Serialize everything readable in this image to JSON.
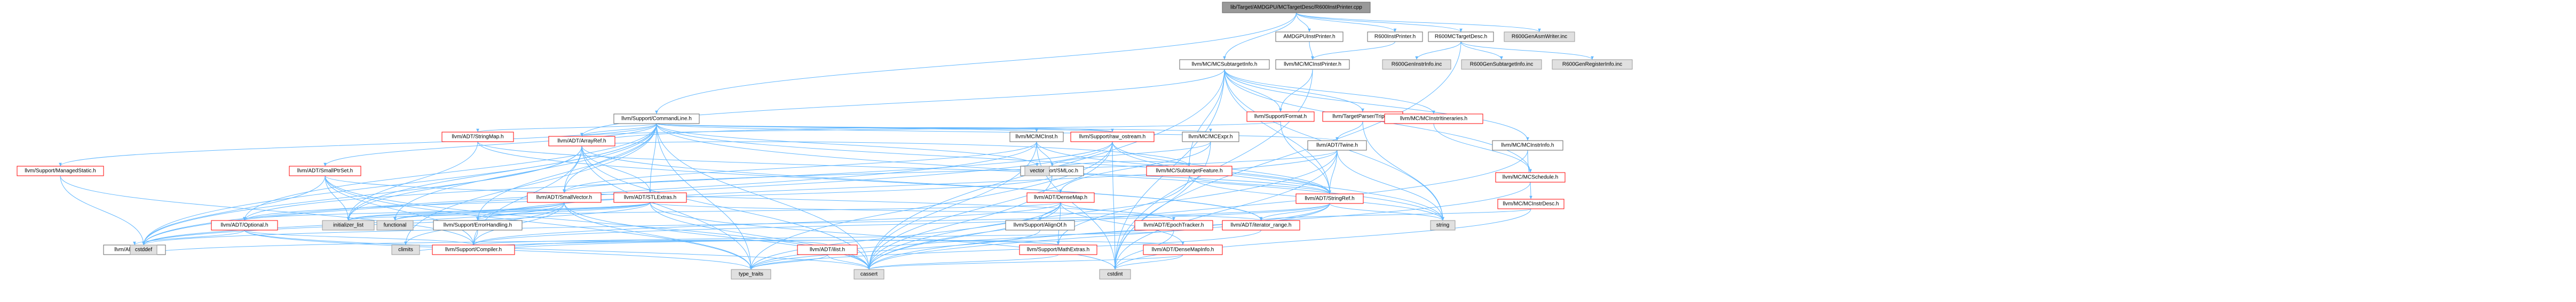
{
  "graph": {
    "kinds": {
      "root": {
        "fill": "#999999",
        "stroke": "#666666",
        "text": "#000000"
      },
      "file": {
        "fill": "#ffffff",
        "stroke": "#666666",
        "text": "#000000"
      },
      "has_more": {
        "fill": "#ffffff",
        "stroke": "#ff0000",
        "text": "#000000"
      },
      "external": {
        "fill": "#e0e0e0",
        "stroke": "#999999",
        "text": "#000000"
      }
    },
    "edge_color": "#63b8ff",
    "nodes": [
      {
        "id": "root",
        "label": [
          "lib/Target/AMDGPU/MCTargetDesc/R600InstPrinter.cpp"
        ],
        "kind": "root"
      },
      {
        "id": "cl",
        "label": [
          "llvm/Support/CommandLine.h"
        ],
        "kind": "file"
      },
      {
        "id": "amdgpuip",
        "label": [
          "AMDGPUInstPrinter.h"
        ],
        "kind": "file"
      },
      {
        "id": "r600ip",
        "label": [
          "R600InstPrinter.h"
        ],
        "kind": "file"
      },
      {
        "id": "r600mctd",
        "label": [
          "R600MCTargetDesc.h"
        ],
        "kind": "file"
      },
      {
        "id": "r600asm",
        "label": [
          "R600GenAsmWriter.inc"
        ],
        "kind": "external"
      },
      {
        "id": "mcsti",
        "label": [
          "llvm/MC/MCSubtargetInfo.h"
        ],
        "kind": "file"
      },
      {
        "id": "mcip",
        "label": [
          "llvm/MC/MCInstPrinter.h"
        ],
        "kind": "file"
      },
      {
        "id": "r600instrinfo",
        "label": [
          "R600GenInstrInfo.inc"
        ],
        "kind": "external"
      },
      {
        "id": "r600stinfo",
        "label": [
          "R600GenSubtargetInfo.inc"
        ],
        "kind": "external"
      },
      {
        "id": "r600reginfo",
        "label": [
          "R600GenRegisterInfo.inc"
        ],
        "kind": "external"
      },
      {
        "id": "format",
        "label": [
          "llvm/Support/Format.h"
        ],
        "kind": "has_more"
      },
      {
        "id": "triple",
        "label": [
          "llvm/TargetParser/Triple.h"
        ],
        "kind": "has_more"
      },
      {
        "id": "mcitin",
        "label": [
          "llvm/MC/MCInstrItineraries.h"
        ],
        "kind": "has_more"
      },
      {
        "id": "mcinstrinfo",
        "label": [
          "llvm/MC/MCInstrInfo.h"
        ],
        "kind": "file"
      },
      {
        "id": "mcsched",
        "label": [
          "llvm/MC/MCSchedule.h"
        ],
        "kind": "has_more"
      },
      {
        "id": "stringmap",
        "label": [
          "llvm/ADT/StringMap.h"
        ],
        "kind": "has_more"
      },
      {
        "id": "arrayref",
        "label": [
          "llvm/ADT/ArrayRef.h"
        ],
        "kind": "has_more"
      },
      {
        "id": "mcinst",
        "label": [
          "llvm/MC/MCInst.h"
        ],
        "kind": "file"
      },
      {
        "id": "rawos",
        "label": [
          "llvm/Support/raw_ostream.h"
        ],
        "kind": "has_more"
      },
      {
        "id": "mcexpr",
        "label": [
          "llvm/MC/MCExpr.h"
        ],
        "kind": "file"
      },
      {
        "id": "stfeat",
        "label": [
          "llvm/MC/SubtargetFeature.h"
        ],
        "kind": "has_more"
      },
      {
        "id": "twine",
        "label": [
          "llvm/ADT/Twine.h"
        ],
        "kind": "file"
      },
      {
        "id": "mcinstrdesc",
        "label": [
          "llvm/MC/MCInstrDesc.h"
        ],
        "kind": "has_more"
      },
      {
        "id": "managedstatic",
        "label": [
          "llvm/Support/ManagedStatic.h"
        ],
        "kind": "has_more"
      },
      {
        "id": "smallptrset",
        "label": [
          "llvm/ADT/SmallPtrSet.h"
        ],
        "kind": "has_more"
      },
      {
        "id": "smallvector",
        "label": [
          "llvm/ADT/SmallVector.h"
        ],
        "kind": "has_more"
      },
      {
        "id": "stlextras",
        "label": [
          "llvm/ADT/STLExtras.h"
        ],
        "kind": "has_more"
      },
      {
        "id": "smloc",
        "label": [
          "llvm/Support/SMLoc.h"
        ],
        "kind": "file"
      },
      {
        "id": "densemap",
        "label": [
          "llvm/ADT/DenseMap.h"
        ],
        "kind": "has_more"
      },
      {
        "id": "vector",
        "label": [
          "vector"
        ],
        "kind": "external"
      },
      {
        "id": "stringref",
        "label": [
          "llvm/ADT/StringRef.h"
        ],
        "kind": "has_more"
      },
      {
        "id": "string",
        "label": [
          "string"
        ],
        "kind": "external"
      },
      {
        "id": "optional",
        "label": [
          "llvm/ADT/Optional.h"
        ],
        "kind": "has_more"
      },
      {
        "id": "initlist",
        "label": [
          "initializer_list"
        ],
        "kind": "external"
      },
      {
        "id": "functional",
        "label": [
          "functional"
        ],
        "kind": "external"
      },
      {
        "id": "errhandling",
        "label": [
          "llvm/Support/ErrorHandling.h"
        ],
        "kind": "file"
      },
      {
        "id": "alignof",
        "label": [
          "llvm/Support/AlignOf.h"
        ],
        "kind": "file"
      },
      {
        "id": "mathextras",
        "label": [
          "llvm/Support/MathExtras.h"
        ],
        "kind": "has_more"
      },
      {
        "id": "epoch",
        "label": [
          "llvm/ADT/EpochTracker.h"
        ],
        "kind": "has_more"
      },
      {
        "id": "densemapinfo",
        "label": [
          "llvm/ADT/DenseMapInfo.h"
        ],
        "kind": "has_more"
      },
      {
        "id": "iterrange",
        "label": [
          "llvm/ADT/iterator_range.h"
        ],
        "kind": "has_more"
      },
      {
        "id": "adtnone",
        "label": [
          "llvm/ADT/None.h"
        ],
        "kind": "file"
      },
      {
        "id": "cstddef",
        "label": [
          "cstddef"
        ],
        "kind": "external"
      },
      {
        "id": "climits",
        "label": [
          "climits"
        ],
        "kind": "external"
      },
      {
        "id": "compiler",
        "label": [
          "llvm/Support/Compiler.h"
        ],
        "kind": "has_more"
      },
      {
        "id": "adtlist",
        "label": [
          "llvm/ADT/ilist.h"
        ],
        "kind": "has_more"
      },
      {
        "id": "typetraits",
        "label": [
          "type_traits"
        ],
        "kind": "external"
      },
      {
        "id": "cassert",
        "label": [
          "cassert"
        ],
        "kind": "external"
      },
      {
        "id": "cstdint",
        "label": [
          "cstdint"
        ],
        "kind": "external"
      }
    ],
    "edges": [
      [
        "root",
        "cl"
      ],
      [
        "root",
        "amdgpuip"
      ],
      [
        "root",
        "r600ip"
      ],
      [
        "root",
        "r600mctd"
      ],
      [
        "root",
        "r600asm"
      ],
      [
        "root",
        "mcsti"
      ],
      [
        "amdgpuip",
        "mcip"
      ],
      [
        "r600ip",
        "mcip"
      ],
      [
        "r600mctd",
        "r600instrinfo"
      ],
      [
        "r600mctd",
        "r600stinfo"
      ],
      [
        "r600mctd",
        "r600reginfo"
      ],
      [
        "r600mctd",
        "cstdint"
      ],
      [
        "mcsti",
        "format"
      ],
      [
        "mcsti",
        "triple"
      ],
      [
        "mcsti",
        "mcitin"
      ],
      [
        "mcsti",
        "mcinstrinfo"
      ],
      [
        "mcsti",
        "mcsched"
      ],
      [
        "mcsti",
        "arrayref"
      ],
      [
        "mcsti",
        "stfeat"
      ],
      [
        "mcsti",
        "stringref"
      ],
      [
        "mcsti",
        "cassert"
      ],
      [
        "mcsti",
        "cstdint"
      ],
      [
        "mcsti",
        "string"
      ],
      [
        "mcip",
        "format"
      ],
      [
        "mcip",
        "cstdint"
      ],
      [
        "cl",
        "stringmap"
      ],
      [
        "cl",
        "arrayref"
      ],
      [
        "cl",
        "rawos"
      ],
      [
        "cl",
        "managedstatic"
      ],
      [
        "cl",
        "smallptrset"
      ],
      [
        "cl",
        "smallvector"
      ],
      [
        "cl",
        "stlextras"
      ],
      [
        "cl",
        "stringref"
      ],
      [
        "cl",
        "twine"
      ],
      [
        "cl",
        "optional"
      ],
      [
        "cl",
        "errhandling"
      ],
      [
        "cl",
        "cassert"
      ],
      [
        "cl",
        "climits"
      ],
      [
        "cl",
        "cstddef"
      ],
      [
        "cl",
        "functional"
      ],
      [
        "cl",
        "initlist"
      ],
      [
        "cl",
        "string"
      ],
      [
        "cl",
        "typetraits"
      ],
      [
        "cl",
        "vector"
      ],
      [
        "cl",
        "mcinst"
      ],
      [
        "cl",
        "mcexpr"
      ],
      [
        "mcinst",
        "smallvector"
      ],
      [
        "mcinst",
        "stringref"
      ],
      [
        "mcinst",
        "smloc"
      ],
      [
        "mcinst",
        "cassert"
      ],
      [
        "mcinst",
        "cstddef"
      ],
      [
        "mcinst",
        "cstdint"
      ],
      [
        "mcexpr",
        "densemap"
      ],
      [
        "mcexpr",
        "smloc"
      ],
      [
        "mcexpr",
        "cstdint"
      ],
      [
        "format",
        "arrayref"
      ],
      [
        "format",
        "stringref"
      ],
      [
        "triple",
        "twine"
      ],
      [
        "triple",
        "string"
      ],
      [
        "twine",
        "smallvector"
      ],
      [
        "twine",
        "stringref"
      ],
      [
        "twine",
        "errhandling"
      ],
      [
        "twine",
        "cassert"
      ],
      [
        "twine",
        "cstdint"
      ],
      [
        "twine",
        "string"
      ],
      [
        "stfeat",
        "arrayref"
      ],
      [
        "stfeat",
        "stringref"
      ],
      [
        "stfeat",
        "mathextras"
      ],
      [
        "stfeat",
        "vector"
      ],
      [
        "stfeat",
        "string"
      ],
      [
        "mcinstrinfo",
        "mcinstrdesc"
      ],
      [
        "mcinstrinfo",
        "cassert"
      ],
      [
        "arrayref",
        "smallvector"
      ],
      [
        "arrayref",
        "stlextras"
      ],
      [
        "arrayref",
        "compiler"
      ],
      [
        "arrayref",
        "typetraits"
      ],
      [
        "arrayref",
        "cassert"
      ],
      [
        "arrayref",
        "cstddef"
      ],
      [
        "arrayref",
        "initlist"
      ],
      [
        "arrayref",
        "iterrange"
      ],
      [
        "stringmap",
        "stringref"
      ],
      [
        "stringmap",
        "iterrange"
      ],
      [
        "stringmap",
        "initlist"
      ],
      [
        "rawos",
        "arrayref"
      ],
      [
        "rawos",
        "stringref"
      ],
      [
        "rawos",
        "cassert"
      ],
      [
        "rawos",
        "cstddef"
      ],
      [
        "rawos",
        "cstdint"
      ],
      [
        "rawos",
        "string"
      ],
      [
        "rawos",
        "typetraits"
      ],
      [
        "rawos",
        "optional"
      ],
      [
        "smallptrset",
        "epoch"
      ],
      [
        "smallptrset",
        "compiler"
      ],
      [
        "smallptrset",
        "typetraits"
      ],
      [
        "smallptrset",
        "cassert"
      ],
      [
        "smallptrset",
        "cstddef"
      ],
      [
        "smallptrset",
        "initlist"
      ],
      [
        "smallvector",
        "compiler"
      ],
      [
        "smallvector",
        "typetraits"
      ],
      [
        "smallvector",
        "cstddef"
      ],
      [
        "smallvector",
        "functional"
      ],
      [
        "smallvector",
        "initlist"
      ],
      [
        "smallvector",
        "climits"
      ],
      [
        "smallvector",
        "cassert"
      ],
      [
        "stlextras",
        "optional"
      ],
      [
        "stlextras",
        "iterrange"
      ],
      [
        "stlextras",
        "errhandling"
      ],
      [
        "stlextras",
        "functional"
      ],
      [
        "stlextras",
        "initlist"
      ],
      [
        "stlextras",
        "cassert"
      ],
      [
        "stlextras",
        "cstddef"
      ],
      [
        "stlextras",
        "cstdint"
      ],
      [
        "densemap",
        "epoch"
      ],
      [
        "densemap",
        "densemapinfo"
      ],
      [
        "densemap",
        "alignof"
      ],
      [
        "densemap",
        "mathextras"
      ],
      [
        "densemap",
        "compiler"
      ],
      [
        "densemap",
        "typetraits"
      ],
      [
        "densemap",
        "cassert"
      ],
      [
        "densemap",
        "initlist"
      ],
      [
        "smloc",
        "optional"
      ],
      [
        "smloc",
        "cassert"
      ],
      [
        "optional",
        "adtnone"
      ],
      [
        "optional",
        "compiler"
      ],
      [
        "optional",
        "typetraits"
      ],
      [
        "optional",
        "cassert"
      ],
      [
        "stringref",
        "iterrange"
      ],
      [
        "stringref",
        "compiler"
      ],
      [
        "stringref",
        "cassert"
      ],
      [
        "stringref",
        "cstddef"
      ],
      [
        "stringref",
        "string"
      ],
      [
        "stringref",
        "typetraits"
      ],
      [
        "errhandling",
        "compiler"
      ],
      [
        "alignof",
        "typetraits"
      ],
      [
        "mathextras",
        "compiler"
      ],
      [
        "mathextras",
        "cassert"
      ],
      [
        "mathextras",
        "climits"
      ],
      [
        "epoch",
        "compiler"
      ],
      [
        "epoch",
        "cstdint"
      ],
      [
        "densemapinfo",
        "cassert"
      ],
      [
        "densemapinfo",
        "cstddef"
      ],
      [
        "densemapinfo",
        "cstdint"
      ],
      [
        "iterrange",
        "typetraits"
      ],
      [
        "managedstatic",
        "compiler"
      ],
      [
        "managedstatic",
        "cstddef"
      ],
      [
        "adtlist",
        "compiler"
      ],
      [
        "adtlist",
        "cassert"
      ],
      [
        "adtlist",
        "typetraits"
      ],
      [
        "mcinstrdesc",
        "cstdint"
      ],
      [
        "mcinstrdesc",
        "iterrange"
      ],
      [
        "mcsched",
        "cassert"
      ],
      [
        "mcitin",
        "mcsched"
      ]
    ]
  }
}
